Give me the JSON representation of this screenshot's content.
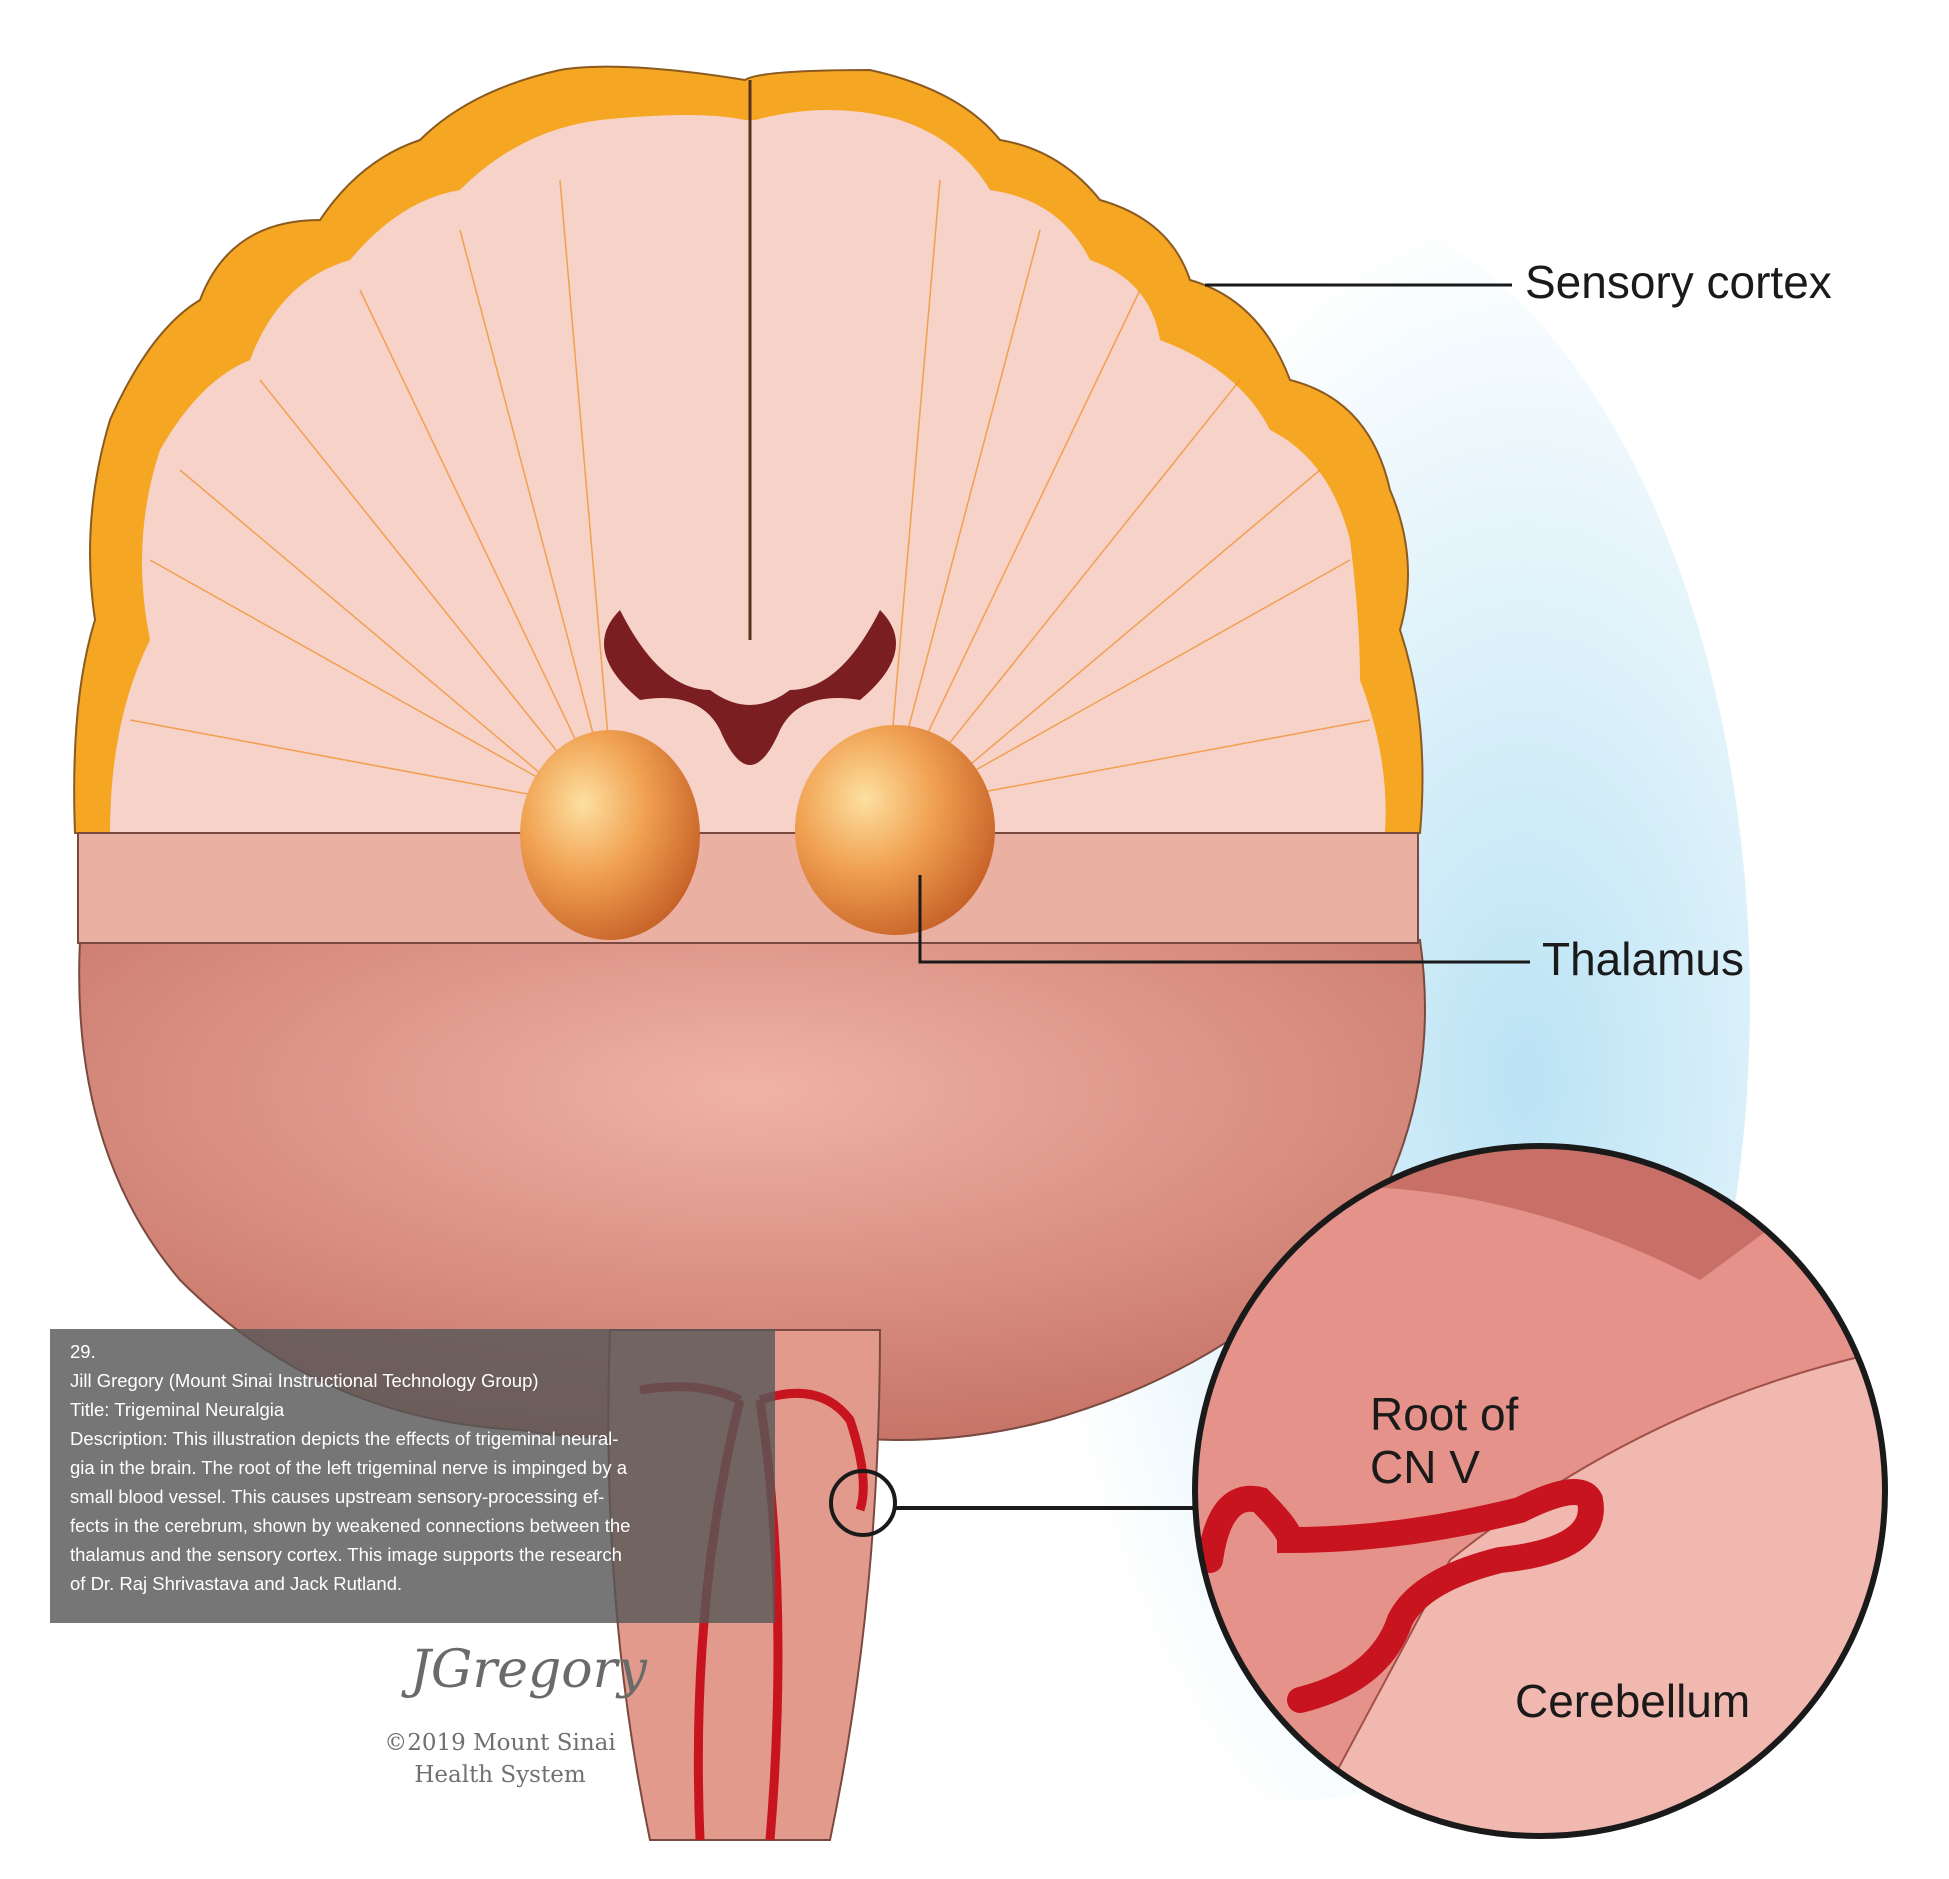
{
  "labels": {
    "sensory_cortex": "Sensory cortex",
    "thalamus": "Thalamus",
    "root_line1": "Root of",
    "root_line2": "CN V",
    "cerebellum": "Cerebellum"
  },
  "caption": {
    "number": "29.",
    "author": "Jill Gregory (Mount Sinai Instructional Technology Group)",
    "title": "Title: Trigeminal Neuralgia",
    "description_lines": [
      "Description: This illustration depicts the effects of trigeminal neural-",
      "gia in the brain. The root of the left trigeminal nerve is impinged by a",
      "small blood vessel. This causes upstream sensory-processing ef-",
      "fects in the cerebrum, shown by weakened connections between the",
      "thalamus and the sensory cortex. This image supports the research",
      "of Dr. Raj Shrivastava and Jack Rutland."
    ]
  },
  "credit": {
    "signature": "JGregory",
    "line1": "©2019 Mount Sinai",
    "line2": "Health System"
  },
  "colors": {
    "cortex": "#f5a623",
    "white_matter": "#f7d2c8",
    "brainstem": "#e39a8e",
    "vessel": "#c8141e",
    "ventricle": "#7a1e22",
    "glow": "#bfe3f3"
  }
}
